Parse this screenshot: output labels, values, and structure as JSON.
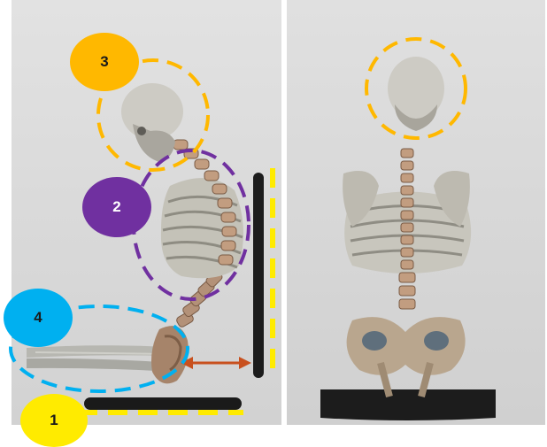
{
  "colors": {
    "zone_1": "#ffeb00",
    "zone_2": "#7030a0",
    "zone_3": "#ffb800",
    "zone_4": "#00b0f0",
    "arrow": "#c8501e"
  },
  "badges": {
    "zone_1": "1",
    "zone_2": "2",
    "zone_3": "3",
    "zone_4": "4"
  }
}
